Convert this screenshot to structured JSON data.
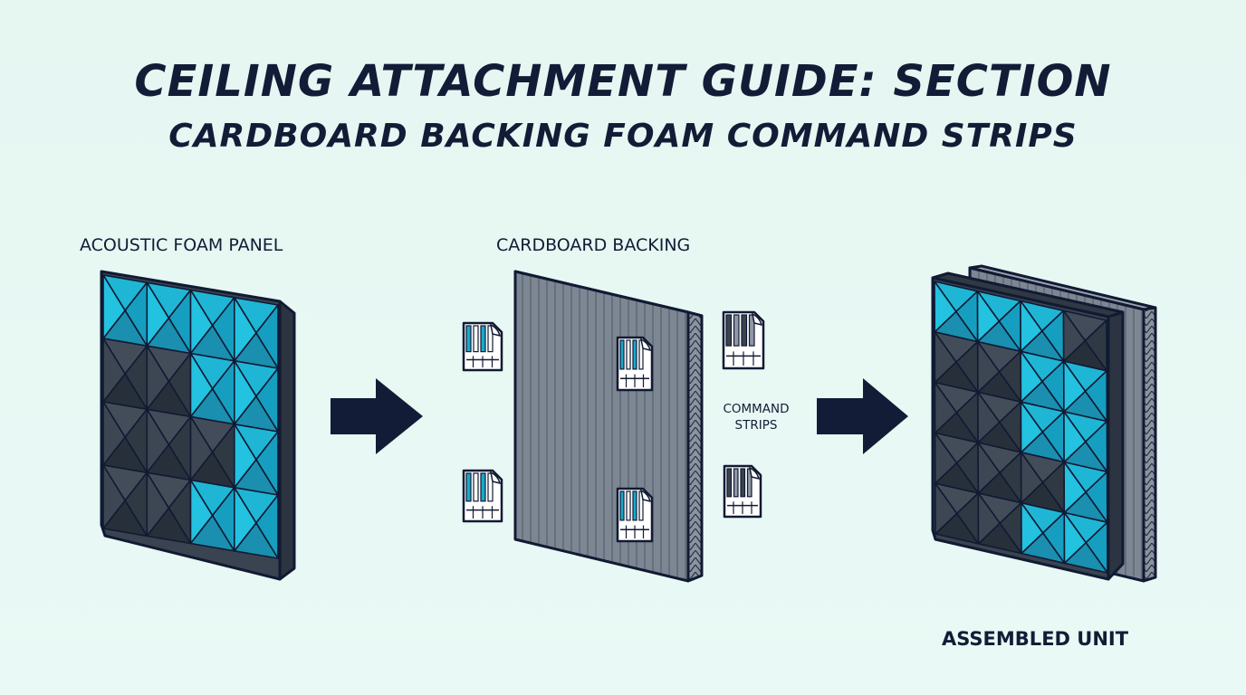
{
  "title": {
    "line1": "CEILING ATTACHMENT GUIDE: SECTION",
    "line2": "CARDBOARD BACKING FOAM COMMAND STRIPS"
  },
  "labels": {
    "foam_panel": "ACOUSTIC FOAM PANEL",
    "cardboard_backing": "CARDBOARD BACKING",
    "command_strips": "COMMAND STRIPS",
    "assembled_unit": "ASSEMBLED UNIT"
  },
  "colors": {
    "background": "#e7f7f2",
    "outline": "#111a33",
    "foam_dark": "#3a4450",
    "foam_cyan": "#19a9c9",
    "cardboard": "#7d8793"
  },
  "icons": [
    "arrow-right-icon",
    "command-strip-icon"
  ]
}
